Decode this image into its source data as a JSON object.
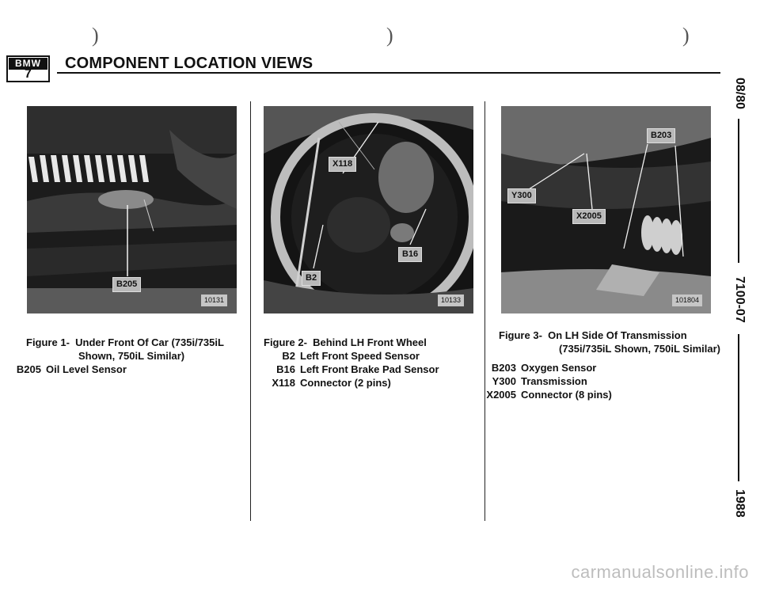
{
  "header": {
    "logo_text": "BMW",
    "logo_number": "7",
    "title": "COMPONENT LOCATION VIEWS"
  },
  "side": {
    "top": "08/80",
    "middle": "7100-07",
    "bottom": "1988"
  },
  "figures": [
    {
      "caption_line1": "Figure 1-  Under Front Of Car (735i/735iL",
      "caption_line2": "Shown, 750iL Similar)",
      "photo_callouts": [
        "B205"
      ],
      "photo_ref": "10131",
      "legend": [
        {
          "code": "B205",
          "desc": "Oil Level Sensor"
        }
      ]
    },
    {
      "caption_line1": "Figure 2-  Behind LH Front Wheel",
      "caption_line2": "",
      "photo_callouts": [
        "X118",
        "B16",
        "B2"
      ],
      "photo_ref": "10133",
      "legend": [
        {
          "code": "B2",
          "desc": "Left Front Speed Sensor"
        },
        {
          "code": "B16",
          "desc": "Left Front Brake Pad Sensor"
        },
        {
          "code": "X118",
          "desc": "Connector (2 pins)"
        }
      ]
    },
    {
      "caption_line1": "Figure 3-  On LH Side Of Transmission",
      "caption_line2": "(735i/735iL Shown, 750iL Similar)",
      "photo_callouts": [
        "B203",
        "Y300",
        "X2005"
      ],
      "photo_ref": "101804",
      "legend": [
        {
          "code": "B203",
          "desc": "Oxygen Sensor"
        },
        {
          "code": "Y300",
          "desc": "Transmission"
        },
        {
          "code": "X2005",
          "desc": "Connector (8 pins)"
        }
      ]
    }
  ],
  "watermark": "carmanualsonline.info"
}
